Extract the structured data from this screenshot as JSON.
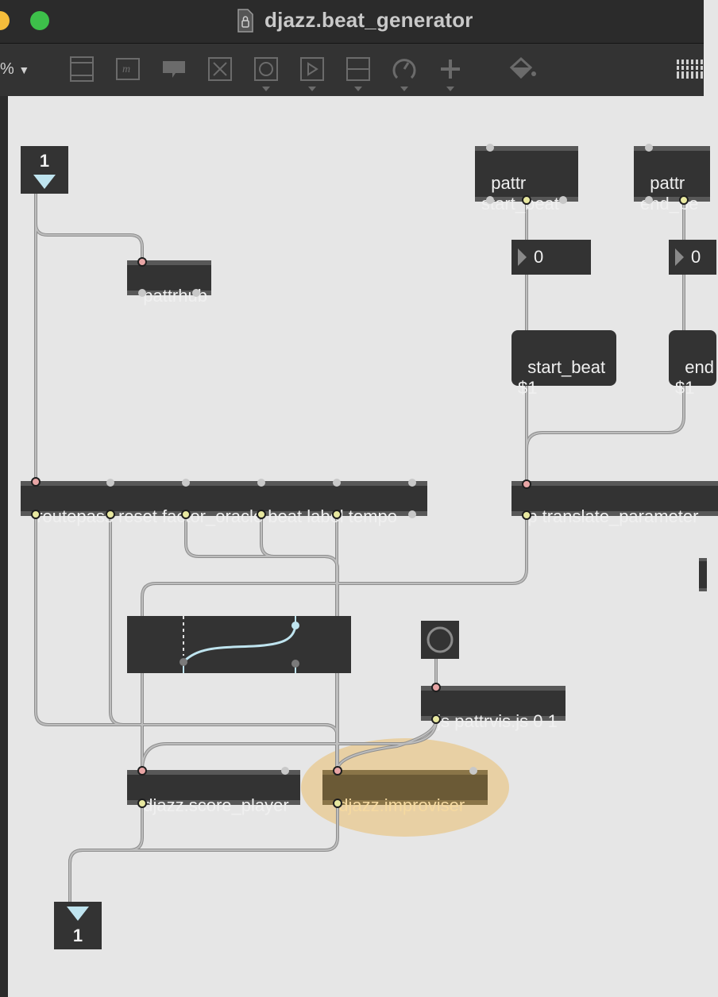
{
  "window": {
    "title": "djazz.beat_generator"
  },
  "toolbar": {
    "zoom_label": "%",
    "buttons": [
      "presentation-icon",
      "text-icon",
      "comment-icon",
      "toggle-icon",
      "button-icon",
      "message-icon",
      "slider-icon",
      "dial-icon",
      "add-icon",
      "paint-bucket-icon",
      "grid-icon"
    ]
  },
  "objects": {
    "inlet_top_label": "1",
    "outlet_bottom_label": "1",
    "pattrhub": "pattrhub",
    "pattr_start": "pattr\nstart_beat",
    "pattr_end": "pattr\nend_be",
    "num_start": "0",
    "num_end": "0",
    "msg_start": "start_beat\n$1",
    "msg_end": "end\n$1",
    "routepass": "routepass reset factor_oracle beat label tempo",
    "translate": "p translate_parameter",
    "js": "js pattrvis.js 0 1",
    "score_player": "djazz.score_player",
    "improviser": "djazz.improviser"
  },
  "colors": {
    "canvas": "#e6e6e6",
    "object_bg": "#333333",
    "patch_cord": "#a8a8a8",
    "highlight": "#e8cb98",
    "improviser_text": "#f5d9a0",
    "traffic_yellow": "#f5bd3b",
    "traffic_green": "#3dc04a"
  }
}
